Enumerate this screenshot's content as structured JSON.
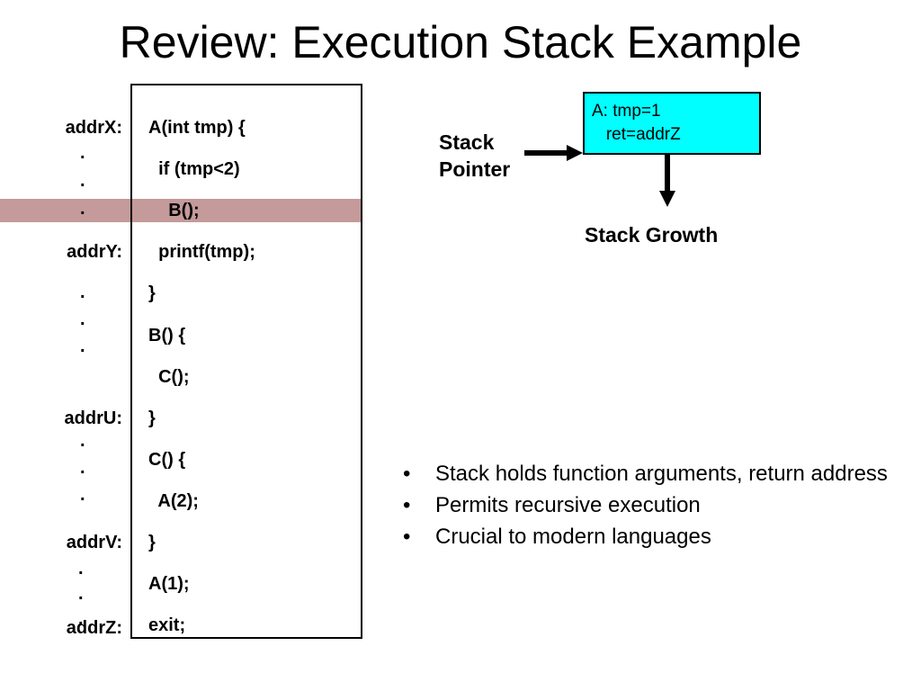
{
  "title": "Review: Execution Stack Example",
  "addresses": {
    "addrX": "addrX:",
    "addrY": "addrY:",
    "addrU": "addrU:",
    "addrV": "addrV:",
    "addrZ": "addrZ:"
  },
  "dot": ".",
  "code_lines": [
    "A(int tmp) {",
    "  if (tmp<2)",
    "    B();",
    "  printf(tmp);",
    "}",
    "B() {",
    "  C();",
    "}",
    "C() {",
    "  A(2);",
    "}",
    "A(1);",
    "exit;"
  ],
  "stack_pointer": {
    "line1": "Stack",
    "line2": "Pointer"
  },
  "stack_frame": {
    "line1": "A: tmp=1",
    "line2": "   ret=addrZ"
  },
  "stack_growth": "Stack Growth",
  "bullet_mark": "•",
  "bullets": [
    "Stack holds function arguments, return address",
    "Permits recursive execution",
    "Crucial to modern languages"
  ],
  "colors": {
    "highlight": "#c49a9a",
    "stack_frame_fill": "#00ffff"
  }
}
